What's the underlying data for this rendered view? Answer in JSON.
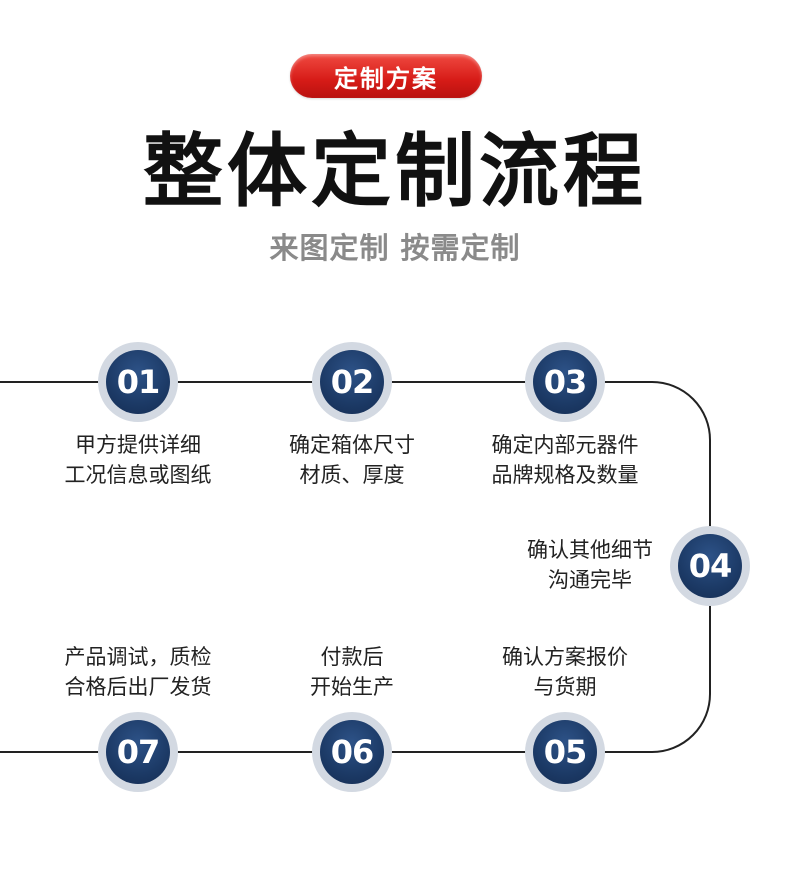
{
  "badge": "定制方案",
  "title": "整体定制流程",
  "subtitle": "来图定制 按需定制",
  "colors": {
    "badge": "#d61b17",
    "node": "#1c3a66",
    "node_ring": "#d3d9e2",
    "line": "#222222"
  },
  "steps": [
    {
      "num": "01",
      "line1": "甲方提供详细",
      "line2": "工况信息或图纸"
    },
    {
      "num": "02",
      "line1": "确定箱体尺寸",
      "line2": "材质、厚度"
    },
    {
      "num": "03",
      "line1": "确定内部元器件",
      "line2": "品牌规格及数量"
    },
    {
      "num": "04",
      "line1": "确认其他细节",
      "line2": "沟通完毕"
    },
    {
      "num": "05",
      "line1": "确认方案报价",
      "line2": "与货期"
    },
    {
      "num": "06",
      "line1": "付款后",
      "line2": "开始生产"
    },
    {
      "num": "07",
      "line1": "产品调试，质检",
      "line2": "合格后出厂发货"
    }
  ]
}
